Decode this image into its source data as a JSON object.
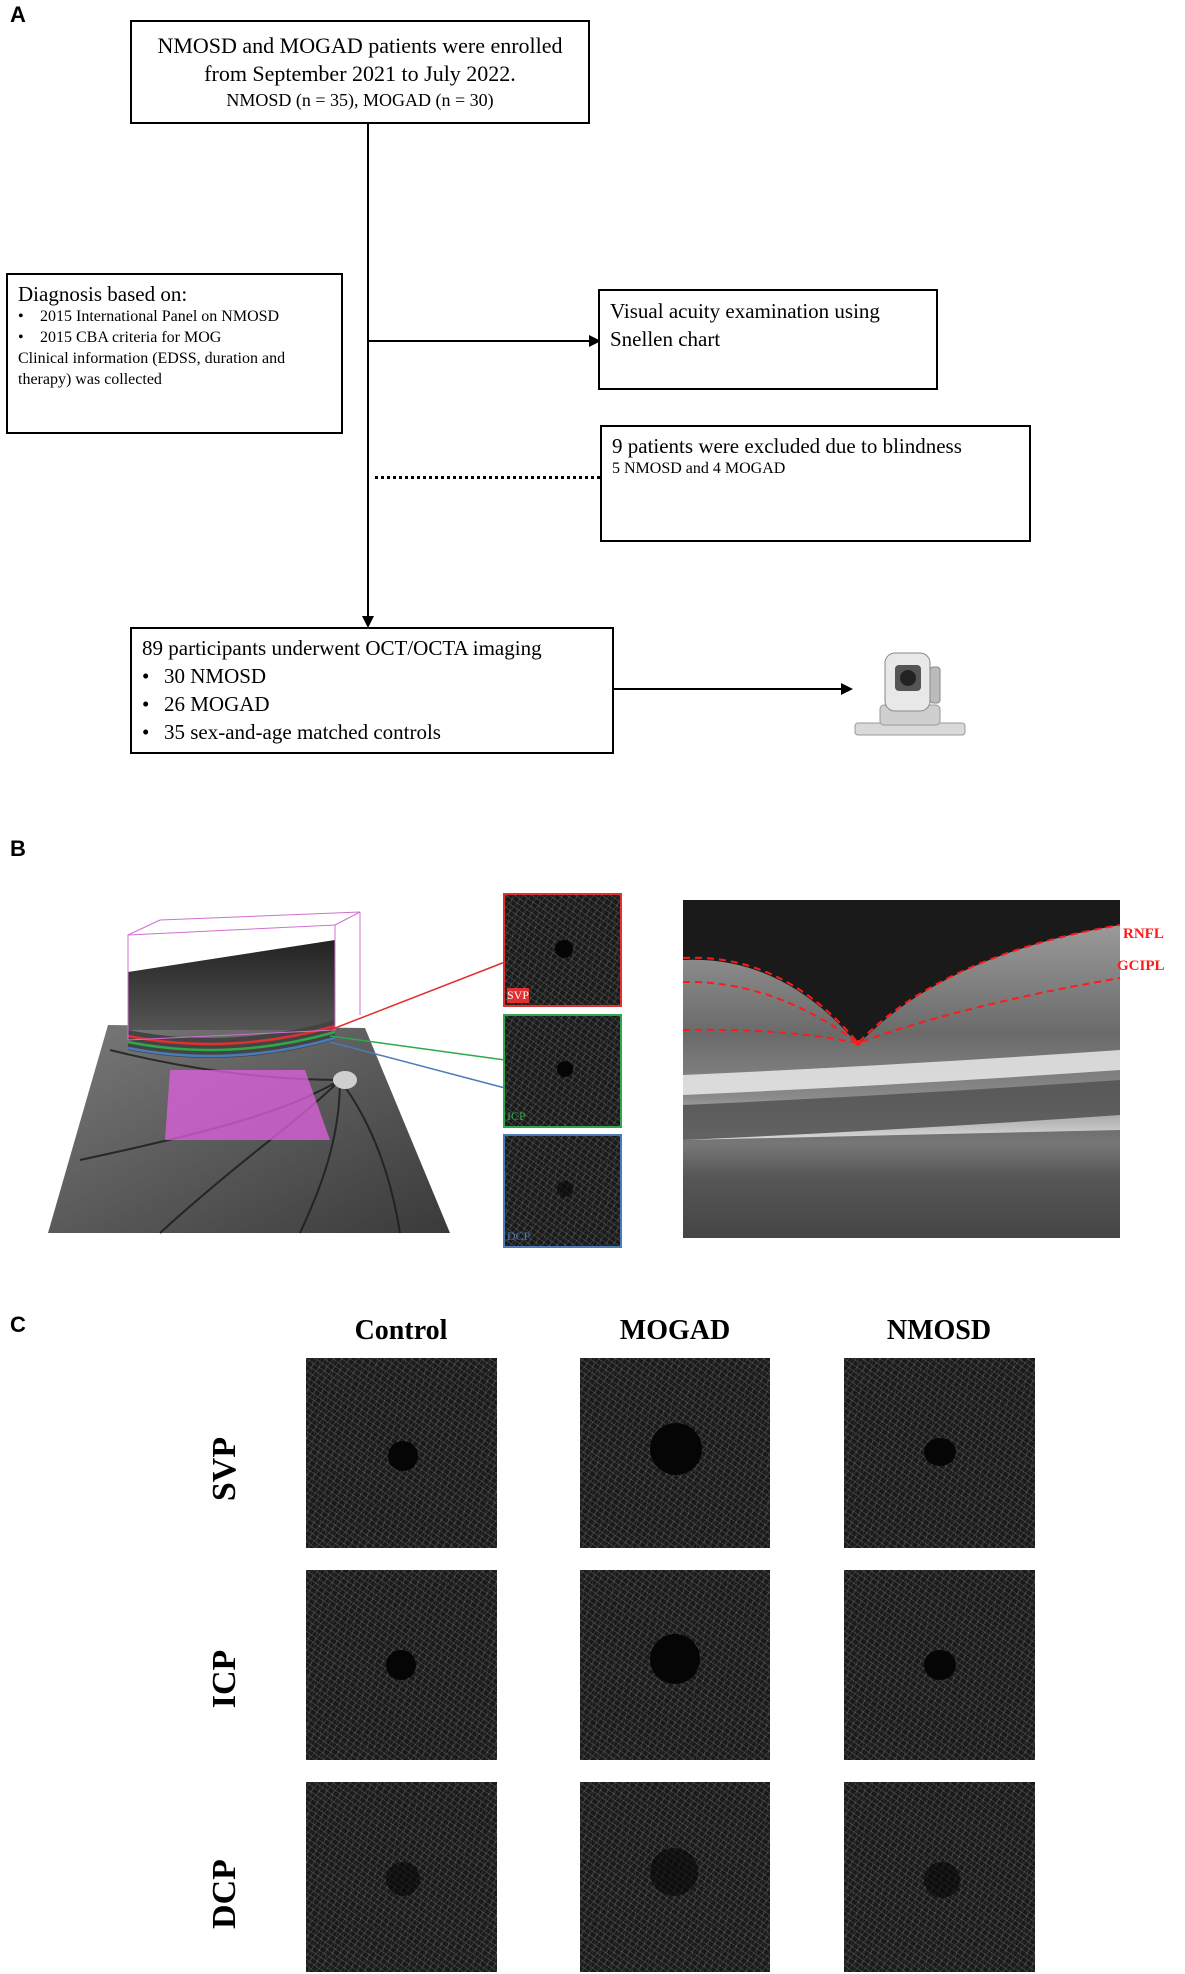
{
  "panels": {
    "a": "A",
    "b": "B",
    "c": "C"
  },
  "flow": {
    "enroll_line1": "NMOSD and MOGAD patients were enrolled",
    "enroll_line2": "from September 2021 to July 2022.",
    "enroll_line3": "NMOSD (n = 35), MOGAD (n = 30)",
    "diag_title": "Diagnosis based on:",
    "diag_items": [
      "2015 International  Panel on NMOSD",
      "2015  CBA criteria  for MOG"
    ],
    "diag_line3": " Clinical information (EDSS, duration and",
    "diag_line4": "therapy) was collected",
    "va_line1": "Visual acuity examination using",
    "va_line2": "Snellen chart",
    "excl_line1": "9 patients were excluded due to blindness",
    "excl_line2": "5 NMOSD and 4 MOGAD",
    "part_title": "89 participants underwent OCT/OCTA imaging",
    "part_items": [
      "30 NMOSD",
      "26 MOGAD",
      "35 sex-and-age matched controls"
    ]
  },
  "panel_b": {
    "mini_labels": [
      "SVP",
      "ICP",
      "DCP"
    ],
    "colors": {
      "svp": "#e03030",
      "icp": "#2fa84a",
      "dcp": "#4a7ab8",
      "box3d": "#d070d0",
      "roi": "#e060e0"
    },
    "layer_labels": [
      "RNFL",
      "GCIPL"
    ],
    "layer_color": "#ff1a1a"
  },
  "panel_c": {
    "columns": [
      "Control",
      "MOGAD",
      "NMOSD"
    ],
    "rows": [
      "SVP",
      "ICP",
      "DCP"
    ]
  }
}
